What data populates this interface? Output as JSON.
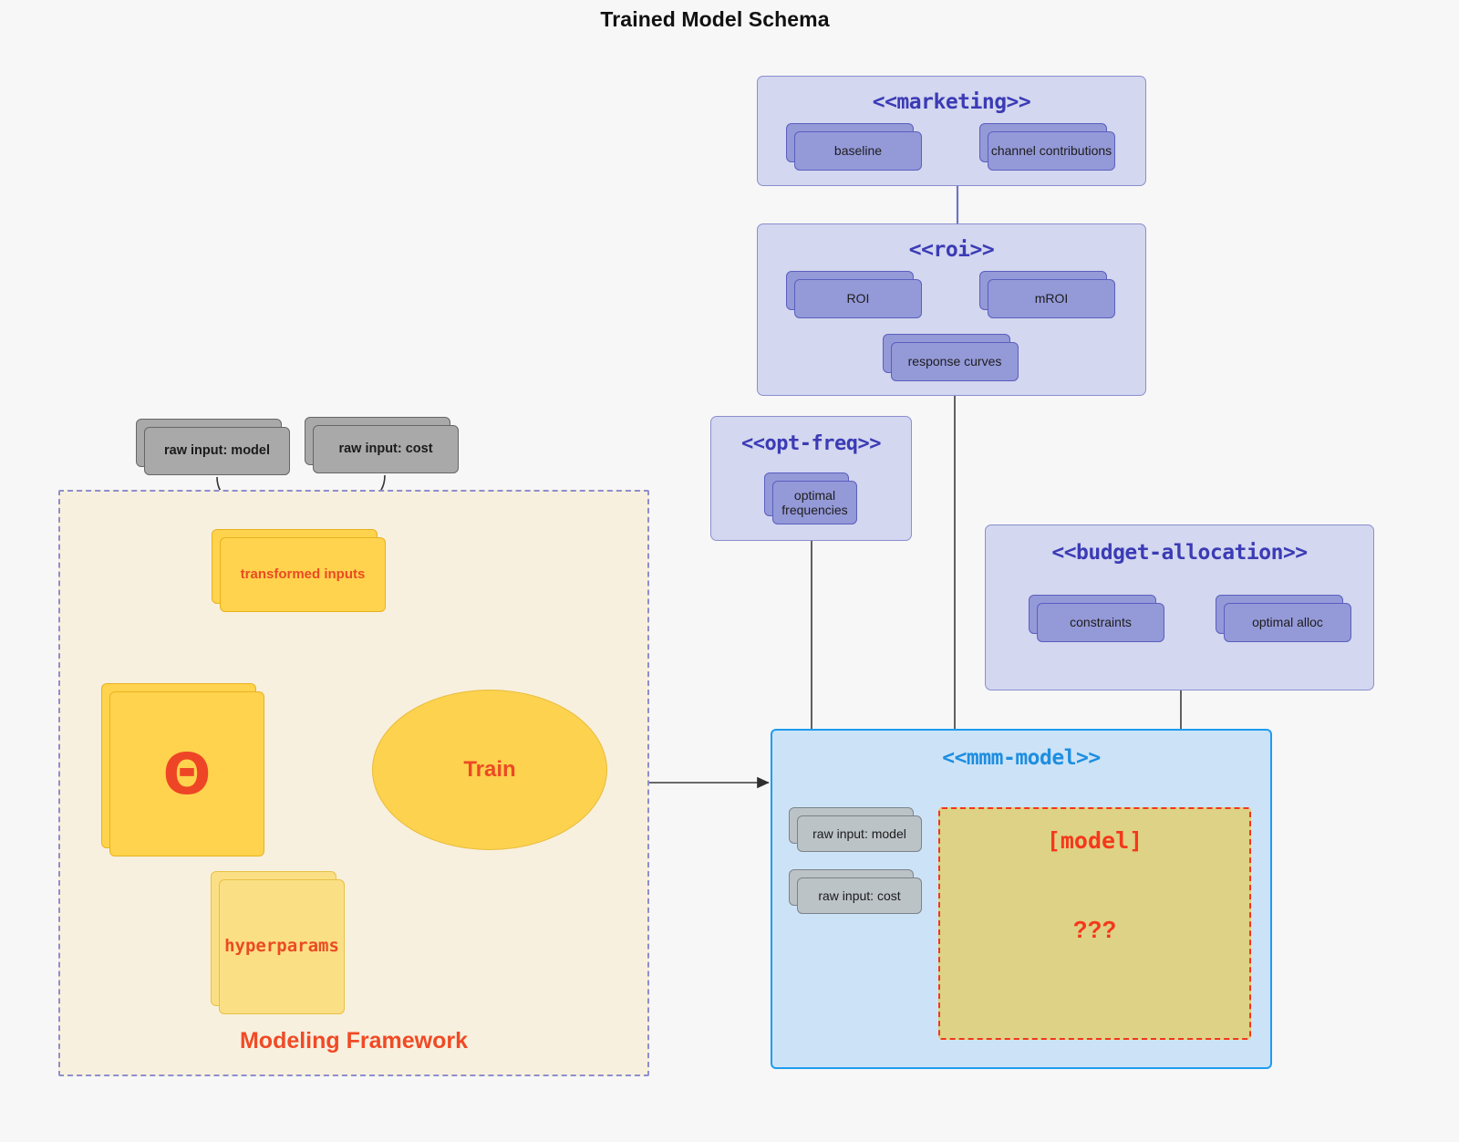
{
  "title": "Trained Model Schema",
  "framework": {
    "label": "Modeling Framework",
    "inputs": [
      {
        "label": "raw input: model"
      },
      {
        "label": "raw input: cost"
      }
    ],
    "transformed": {
      "label": "transformed inputs"
    },
    "theta": {
      "label": "Θ"
    },
    "hyperparams": {
      "label": "hyperparams"
    },
    "train": {
      "label": "Train"
    }
  },
  "packages": [
    {
      "id": "marketing",
      "title": "<<marketing>>",
      "items": [
        {
          "label": "baseline"
        },
        {
          "label": "channel contributions"
        }
      ]
    },
    {
      "id": "roi",
      "title": "<<roi>>",
      "items": [
        {
          "label": "ROI"
        },
        {
          "label": "mROI"
        },
        {
          "label": "response curves"
        }
      ]
    },
    {
      "id": "opt-freq",
      "title": "<<opt-freq>>",
      "items": [
        {
          "label": "optimal frequencies"
        }
      ]
    },
    {
      "id": "budget-allocation",
      "title": "<<budget-allocation>>",
      "items": [
        {
          "label": "constraints"
        },
        {
          "label": "optimal alloc"
        }
      ]
    },
    {
      "id": "mmm-model",
      "title": "<<mmm-model>>",
      "items": [
        {
          "label": "raw input: model"
        },
        {
          "label": "raw input: cost"
        }
      ],
      "model": {
        "name": "[model]",
        "unknown": "???"
      }
    }
  ],
  "colors": {
    "background": "#f7f7f7",
    "package_fill": "#d3d7ef",
    "package_border": "#8a8fd0",
    "package_title": "#3b3bb5",
    "artifact_fill": "#9499d8",
    "artifact_border": "#5b5fbf",
    "grey_fill": "#a9a9a9",
    "grey_border": "#666666",
    "framework_fill": "#f8f0de",
    "framework_border": "#8e8ece",
    "accent_red": "#f04a26",
    "yellow_fill": "#ffd34d",
    "yellow_light": "#fbdf85",
    "mmm_fill": "#cce3f7",
    "mmm_border": "#1e9cf0",
    "model_fill": "#ddd285",
    "model_border": "#f3361a",
    "edge_grey": "#3a3a3a"
  }
}
